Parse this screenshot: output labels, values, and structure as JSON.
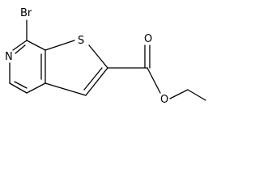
{
  "molecule": {
    "atoms": {
      "bromine": "Br",
      "sulfur": "S",
      "nitrogen": "N",
      "carbonyl_oxygen": "O",
      "ester_oxygen": "O"
    }
  },
  "colors": {
    "bond": "#000000",
    "label": "#000000",
    "background": "#ffffff"
  }
}
